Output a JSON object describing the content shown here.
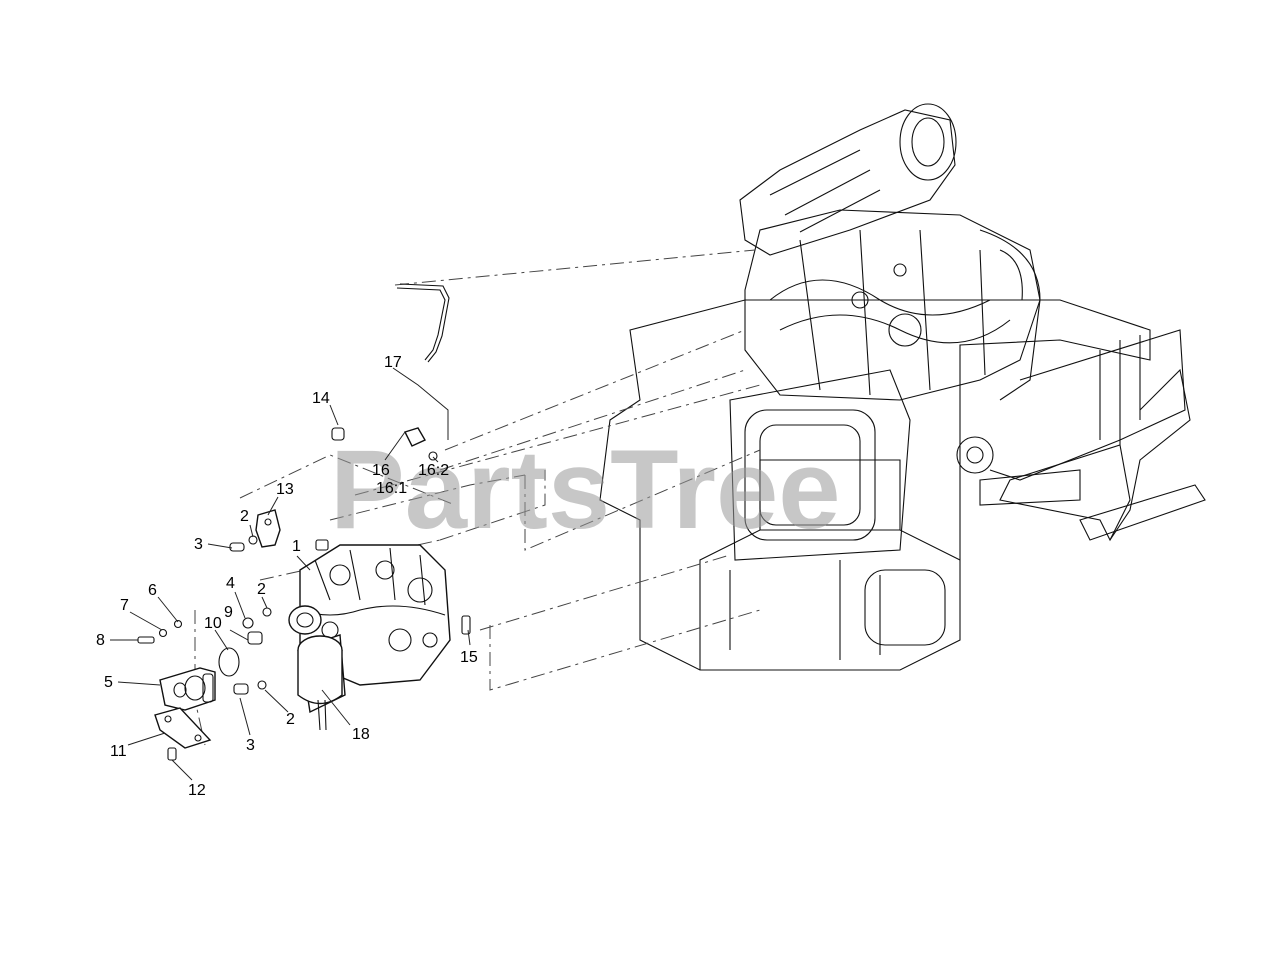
{
  "watermark": "PartsTree",
  "callouts": {
    "c1": "1",
    "c2a": "2",
    "c2b": "2",
    "c2c": "2",
    "c3a": "3",
    "c3b": "3",
    "c4": "4",
    "c5": "5",
    "c6": "6",
    "c7": "7",
    "c8": "8",
    "c9": "9",
    "c10": "10",
    "c11": "11",
    "c12": "12",
    "c13": "13",
    "c14": "14",
    "c15": "15",
    "c16": "16",
    "c16_1": "16:1",
    "c16_2": "16:2",
    "c17": "17",
    "c18": "18"
  }
}
